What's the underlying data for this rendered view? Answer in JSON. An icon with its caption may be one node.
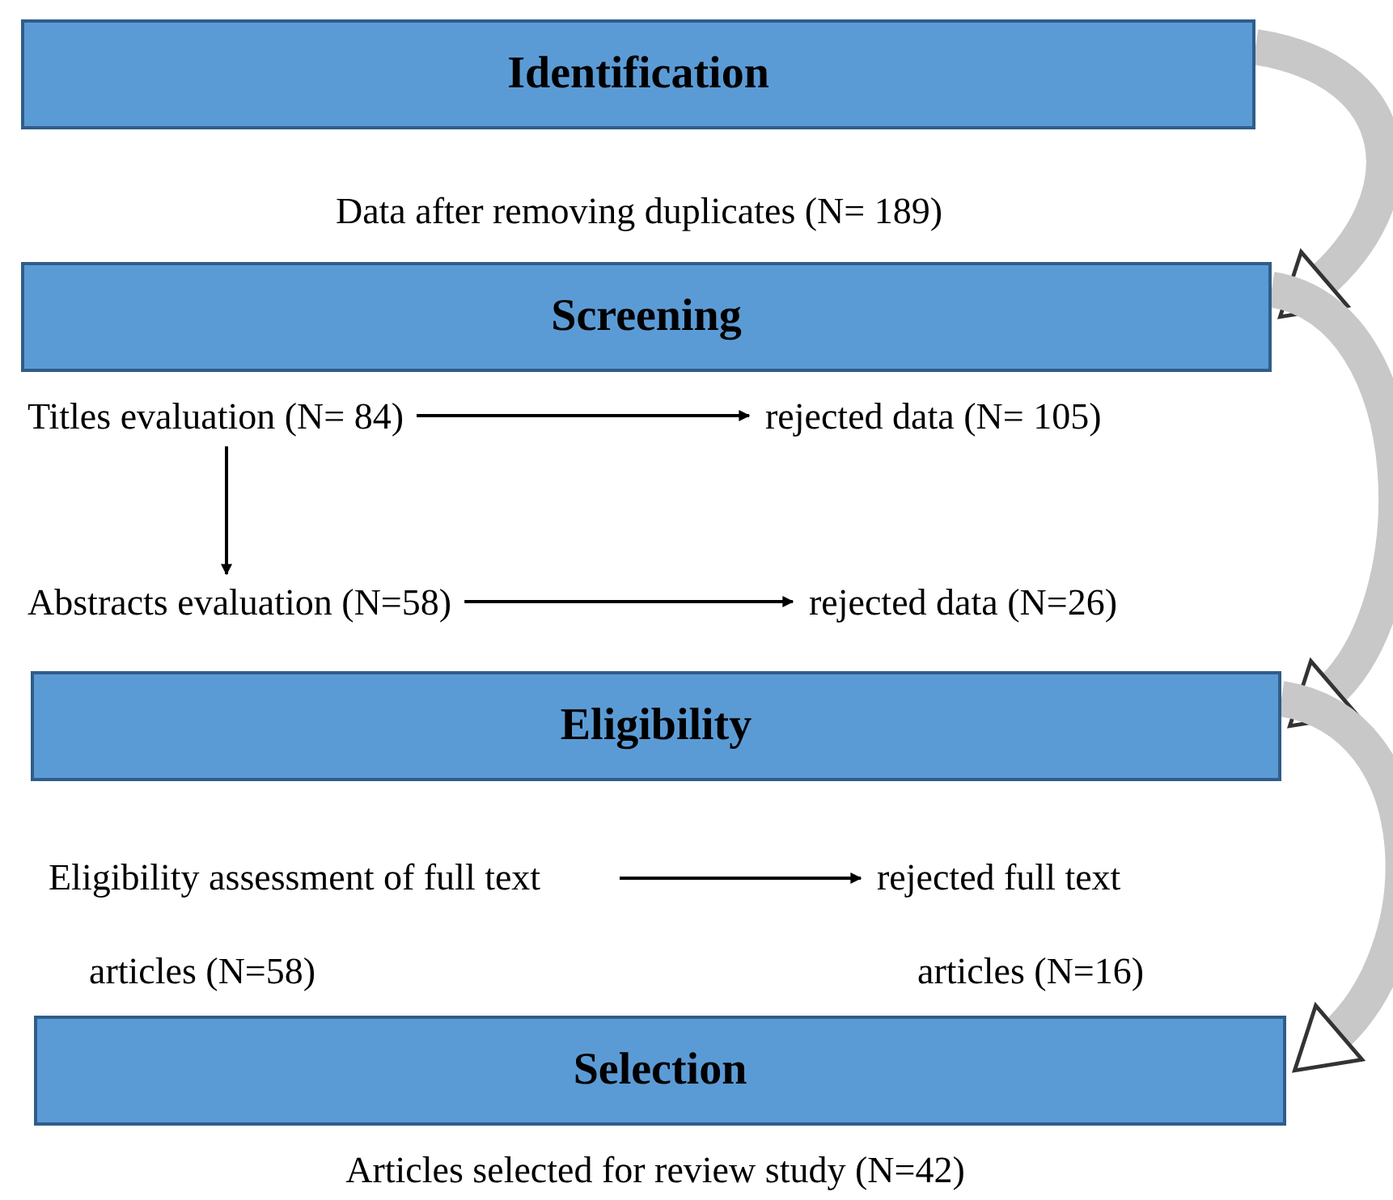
{
  "diagram": {
    "nodes": [
      {
        "text": [
          "Identification"
        ]
      },
      {
        "text": [
          "Screening"
        ]
      },
      {
        "text": [
          "Eligibility"
        ]
      },
      {
        "text": [
          "Selection"
        ]
      },
      {
        "text": [
          "Titles evaluation (N= 84)"
        ]
      },
      {
        "text": [
          "rejected data (N= 105)"
        ]
      },
      {
        "text": [
          "Abstracts evaluation (N=58)"
        ]
      },
      {
        "text": [
          "rejected data (N=26)"
        ]
      },
      {
        "text": [
          "Eligibility assessment of full text articles (N=58)"
        ]
      },
      {
        "text": [
          "rejected full text articles (N=16)"
        ]
      }
    ],
    "edges": [
      {
        "from": 0,
        "to": 1,
        "arrow": "to",
        "style": "thick",
        "color": "#c8c8c8"
      },
      {
        "from": 1,
        "to": 2,
        "arrow": "to",
        "style": "thick",
        "color": "#c8c8c8"
      },
      {
        "from": 2,
        "to": 3,
        "arrow": "to",
        "style": "thick",
        "color": "#c8c8c8"
      },
      {
        "from": 4,
        "to": 5,
        "arrow": "to"
      },
      {
        "from": 4,
        "to": 6,
        "arrow": "to"
      },
      {
        "from": 6,
        "to": 7,
        "arrow": "to"
      },
      {
        "from": 8,
        "to": 9,
        "arrow": "to"
      }
    ],
    "labels": [
      "Data after removing duplicates (N= 189)",
      "Articles selected for review study (N=42)"
    ]
  }
}
